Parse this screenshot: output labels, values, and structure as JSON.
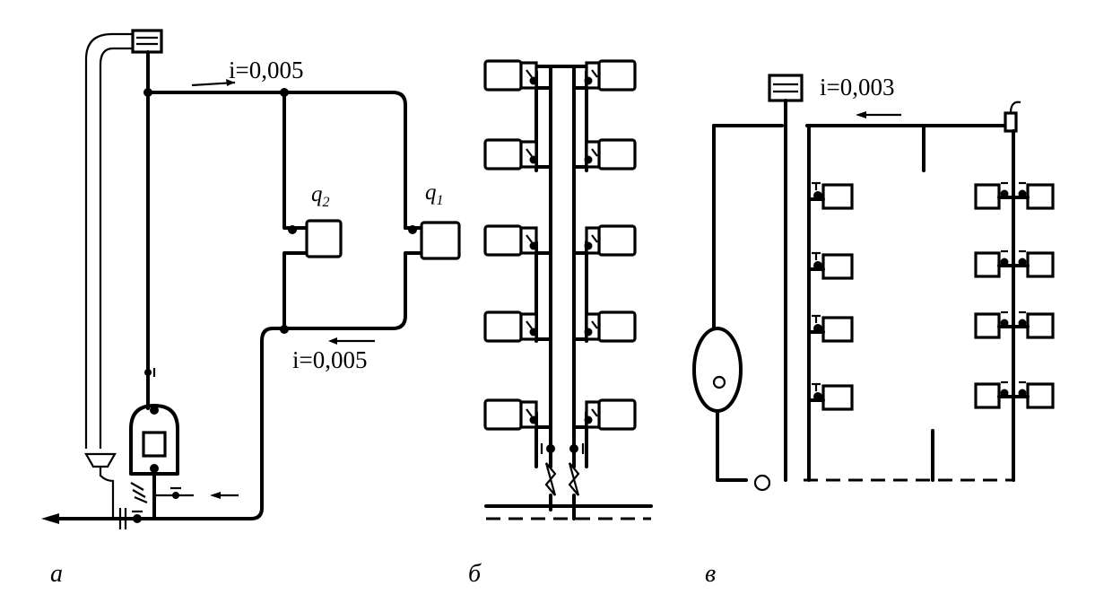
{
  "figure": {
    "part_a": {
      "label": "а",
      "slope_supply": "i=0,005",
      "slope_return": "i=0,005",
      "heater_q2": {
        "symbol": "q",
        "index": "2"
      },
      "heater_q1": {
        "symbol": "q",
        "index": "1"
      }
    },
    "part_b": {
      "label": "б"
    },
    "part_c": {
      "label": "в",
      "slope": "i=0,003"
    }
  }
}
